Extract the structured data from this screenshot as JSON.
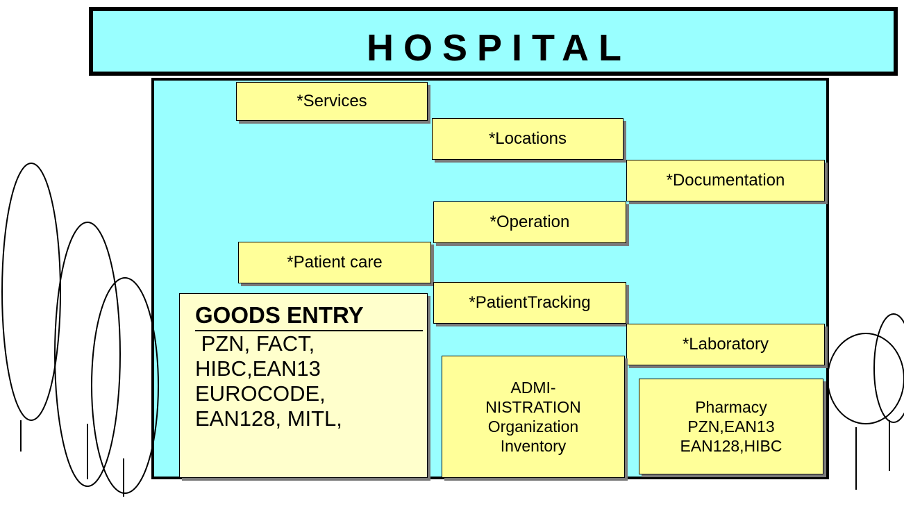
{
  "header": {
    "title": "HOSPITAL"
  },
  "departments": {
    "services": "*Services",
    "locations": "*Locations",
    "documentation": "*Documentation",
    "operation": "*Operation",
    "patient_care": "*Patient care",
    "patient_tracking": "*PatientTracking",
    "laboratory": "*Laboratory"
  },
  "goods_entry": {
    "title": "GOODS ENTRY",
    "lines": [
      " PZN, FACT,",
      "HIBC,EAN13",
      "EUROCODE,",
      "EAN128, MITL,"
    ]
  },
  "administration": {
    "lines": [
      "ADMI-",
      "NISTRATION",
      "Organization",
      "Inventory"
    ]
  },
  "pharmacy": {
    "lines": [
      "Pharmacy",
      "PZN,EAN13",
      "EAN128,HIBC"
    ]
  },
  "colors": {
    "building": "#99ffff",
    "label": "#ffff99",
    "goods_entry": "#ffffcc",
    "shadow": "#7a7a7a"
  }
}
